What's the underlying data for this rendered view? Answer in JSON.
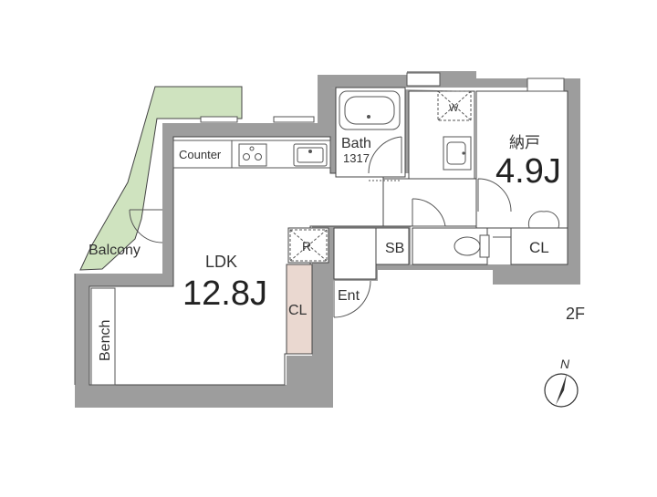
{
  "colors": {
    "wall": "#9d9d9d",
    "balcony": "#cfe3bf",
    "closet_ldk": "#ead8d0",
    "line": "#444444",
    "text": "#333333"
  },
  "labels": {
    "counter": "Counter",
    "bath": "Bath",
    "bath_size": "1317",
    "washer": "W",
    "nando": "納戸",
    "nando_size": "4.9J",
    "balcony": "Balcony",
    "ldk": "LDK",
    "ldk_size": "12.8J",
    "refrigerator": "R",
    "sb": "SB",
    "cl_storage": "CL",
    "cl_ldk": "CL",
    "entrance": "Ent",
    "bench": "Bench",
    "floor": "2F",
    "north": "N"
  }
}
